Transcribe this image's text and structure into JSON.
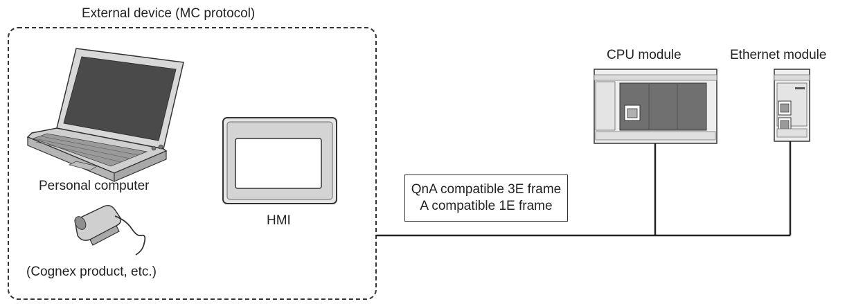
{
  "external_group": {
    "title": "External device (MC protocol)",
    "devices": {
      "pc_label": "Personal computer",
      "hmi_label": "HMI",
      "scanner_label": "(Cognex product, etc.)"
    }
  },
  "plc": {
    "cpu_label": "CPU module",
    "ethernet_label": "Ethernet module"
  },
  "frames": {
    "line1": "QnA compatible 3E frame",
    "line2": "A compatible 1E frame"
  }
}
